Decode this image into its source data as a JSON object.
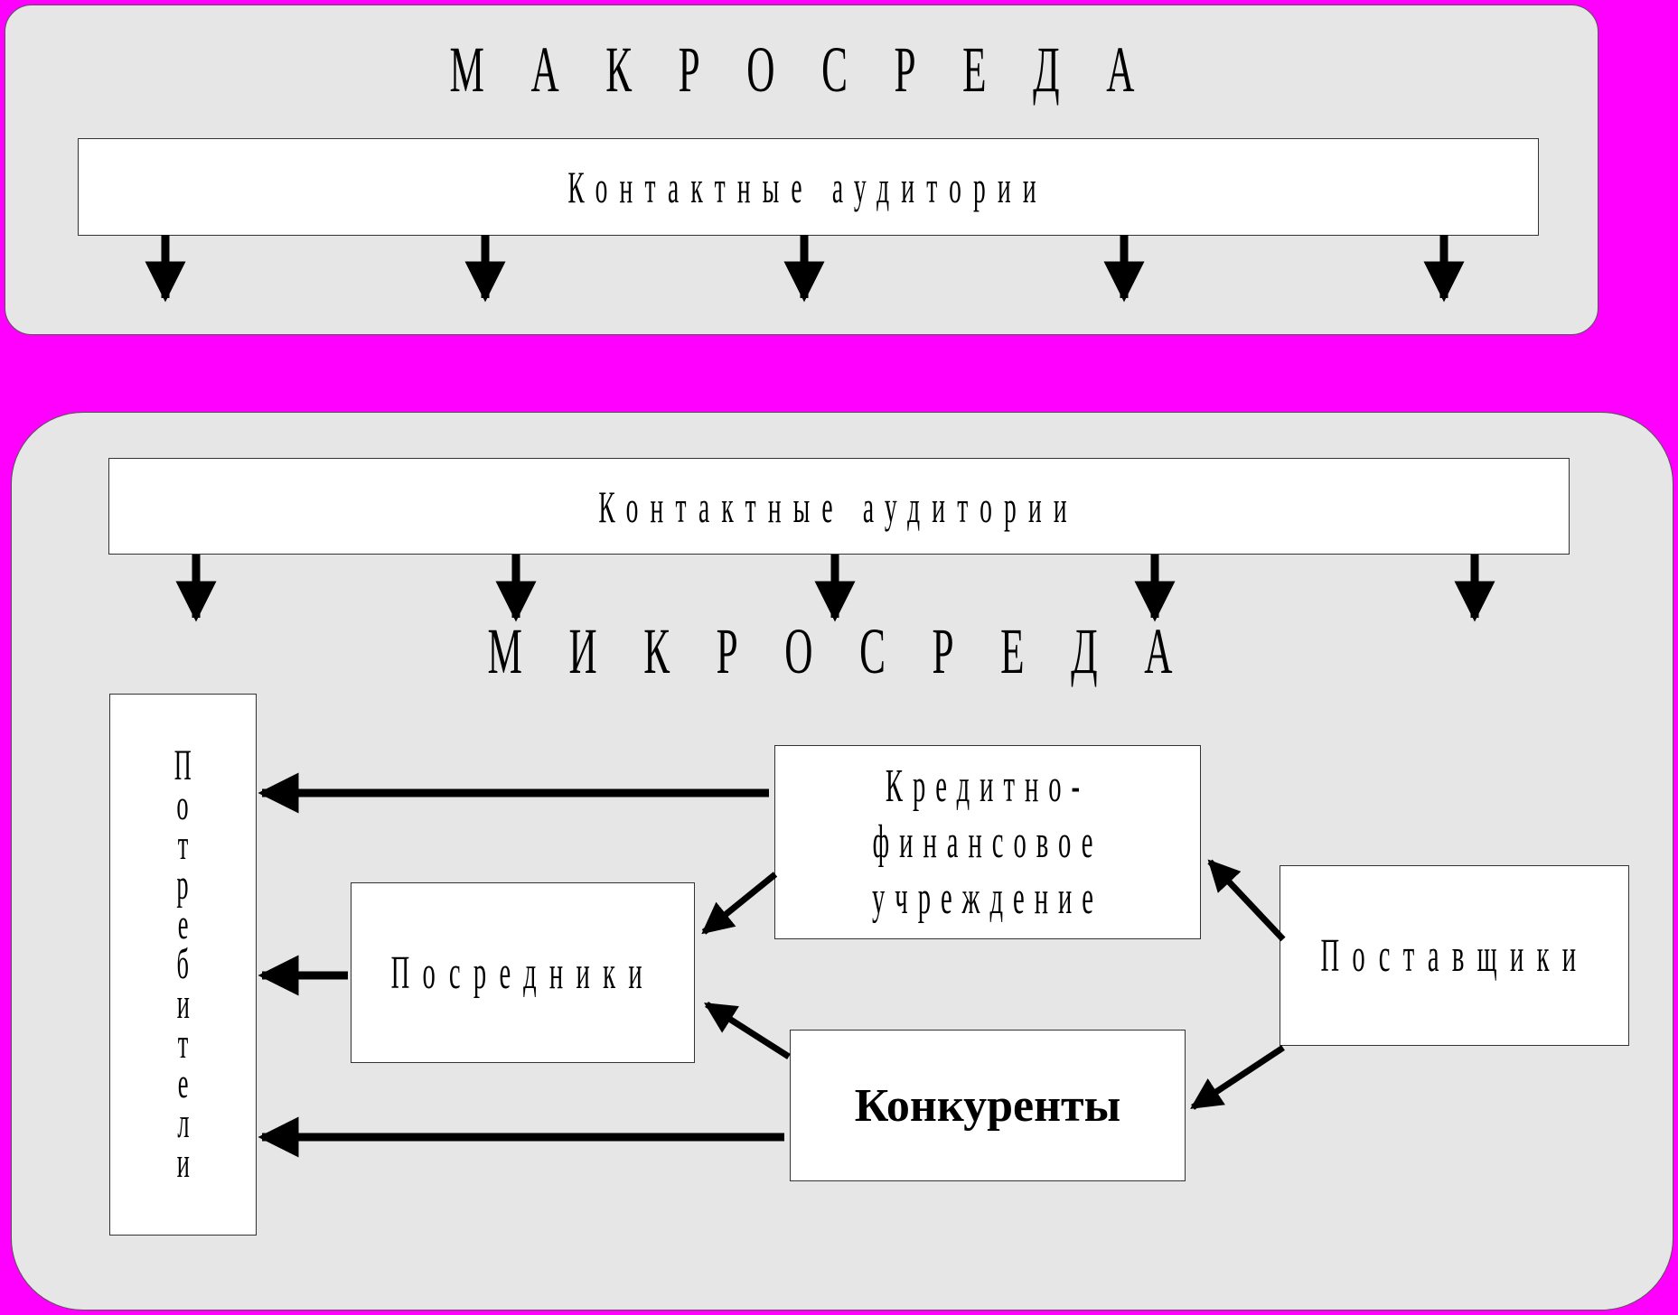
{
  "macro": {
    "title": "М А К Р О С Р Е Д А",
    "contact_audiences": "Контактные аудитории"
  },
  "micro": {
    "title": "М И К Р О С Р Е Д А",
    "contact_audiences": "Контактные аудитории",
    "consumers": [
      "П",
      "о",
      "т",
      "р",
      "е",
      "б",
      "и",
      "т",
      "е",
      "л",
      "и"
    ],
    "credit_institution": "Кредитно- финансовое учреждение",
    "intermediaries": "Посредники",
    "suppliers": "Поставщики",
    "competitors": "Конкуренты"
  },
  "colors": {
    "background": "#ff00ff",
    "panel": "#e6e6e6",
    "box": "#ffffff",
    "arrow": "#000000"
  }
}
